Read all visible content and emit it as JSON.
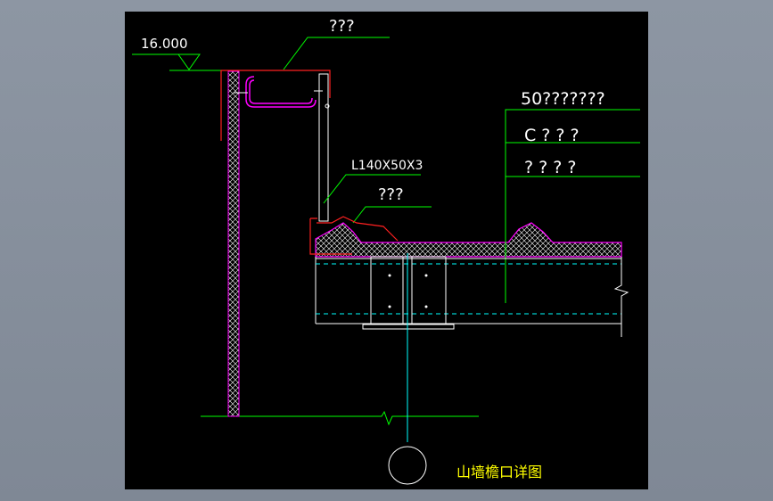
{
  "labels": {
    "elevation": "16.000",
    "top_callout": "???",
    "angle_callout": "L140X50X3",
    "flash_callout": "???",
    "roof_note_1": "50???????",
    "roof_note_2": "C ? ? ?",
    "roof_note_3": "? ? ? ?",
    "title": "山墙檐口详图"
  },
  "colors": {
    "background": "#000000",
    "frame": "#8d96a3",
    "line_white": "#ffffff",
    "line_green": "#00ff00",
    "line_red": "#ff2020",
    "line_magenta": "#ff00ff",
    "line_cyan": "#00ffff",
    "title_yellow": "#ffff00"
  }
}
